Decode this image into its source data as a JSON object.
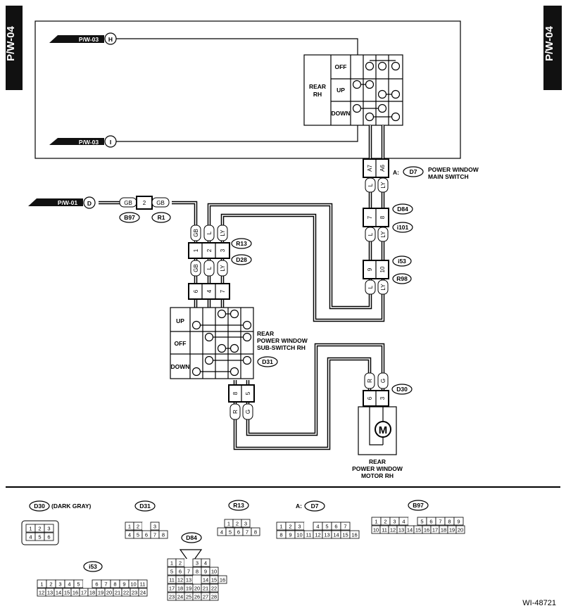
{
  "page_tags": {
    "left": "P/W-04",
    "right": "P/W-04"
  },
  "references": {
    "pw03_h": "P/W-03",
    "pw03_h_letter": "H",
    "pw03_i": "P/W-03",
    "pw03_i_letter": "I",
    "pw01_d": "P/W-01",
    "pw01_d_letter": "D"
  },
  "main_switch": {
    "title_line1": "REAR",
    "title_line2": "RH",
    "positions": [
      "OFF",
      "UP",
      "DOWN"
    ],
    "connector_prefix": "A:",
    "connector_id": "D7",
    "name_line1": "POWER WINDOW",
    "name_line2": "MAIN SWITCH",
    "pins": [
      "A7",
      "A6"
    ],
    "wire_colors": [
      "L",
      "LY"
    ]
  },
  "connectors": {
    "d84": "D84",
    "i101": "i101",
    "d84_pins": [
      "7",
      "8"
    ],
    "d84_wires": [
      "L",
      "LY"
    ],
    "i53": "i53",
    "r98": "R98",
    "i53_pins": [
      "9",
      "10"
    ],
    "i53_wires": [
      "L",
      "LY"
    ],
    "b97": "B97",
    "r1": "R1",
    "b97_pin": "2",
    "b97_wire_left": "GB",
    "b97_wire_right": "GB",
    "r13": "R13",
    "d28": "D28",
    "r13_pins": [
      "1",
      "2",
      "3"
    ],
    "r13_top_wires": [
      "GB",
      "L",
      "LY"
    ],
    "r13_bottom_wires": [
      "GB",
      "L",
      "LY"
    ],
    "sub_pins": [
      "6",
      "4",
      "7"
    ],
    "d31": "D31",
    "d31_pins": [
      "8",
      "5"
    ],
    "d31_wires": [
      "R",
      "G"
    ],
    "d30": "D30",
    "d30_pins": [
      "6",
      "3"
    ],
    "d30_wires": [
      "R",
      "G"
    ]
  },
  "sub_switch": {
    "positions": [
      "UP",
      "OFF",
      "DOWN"
    ],
    "name_line1": "REAR",
    "name_line2": "POWER WINDOW",
    "name_line3": "SUB-SWITCH RH"
  },
  "motor": {
    "symbol": "M",
    "name_line1": "REAR",
    "name_line2": "POWER WINDOW",
    "name_line3": "MOTOR RH"
  },
  "legend": {
    "d30_id": "D30",
    "d30_note": "(DARK GRAY)",
    "d30_pins": [
      "1",
      "2",
      "3",
      "4",
      "5",
      "6"
    ],
    "d31_id": "D31",
    "d31_row1": [
      "1",
      "2",
      "",
      "3"
    ],
    "d31_row2": [
      "4",
      "5",
      "6",
      "7",
      "8"
    ],
    "r13_id": "R13",
    "r13_row1": [
      "1",
      "2",
      "3"
    ],
    "r13_row2": [
      "4",
      "5",
      "6",
      "7",
      "8"
    ],
    "d7_prefix": "A:",
    "d7_id": "D7",
    "d7_row1": [
      "1",
      "2",
      "3",
      "",
      "4",
      "5",
      "6",
      "7"
    ],
    "d7_row2": [
      "8",
      "9",
      "10",
      "11",
      "12",
      "13",
      "14",
      "15",
      "16"
    ],
    "b97_id": "B97",
    "b97_row1": [
      "1",
      "2",
      "3",
      "4",
      "",
      "5",
      "6",
      "7",
      "8",
      "9"
    ],
    "b97_row2": [
      "10",
      "11",
      "12",
      "13",
      "14",
      "15",
      "16",
      "17",
      "18",
      "19",
      "20"
    ],
    "d84_id": "D84",
    "d84_rows": [
      [
        "1",
        "2",
        "",
        "3",
        "4"
      ],
      [
        "5",
        "6",
        "7",
        "8",
        "9",
        "10"
      ],
      [
        "11",
        "12",
        "13",
        "",
        "14",
        "15",
        "16"
      ],
      [
        "17",
        "18",
        "19",
        "20",
        "21",
        "22"
      ],
      [
        "23",
        "24",
        "25",
        "26",
        "27",
        "28"
      ]
    ],
    "i53_id": "i53",
    "i53_row1": [
      "1",
      "2",
      "3",
      "4",
      "5",
      "",
      "6",
      "7",
      "8",
      "9",
      "10",
      "11"
    ],
    "i53_row2": [
      "12",
      "13",
      "14",
      "15",
      "16",
      "17",
      "18",
      "19",
      "20",
      "21",
      "22",
      "23",
      "24"
    ]
  },
  "figure_id": "WI-48721"
}
